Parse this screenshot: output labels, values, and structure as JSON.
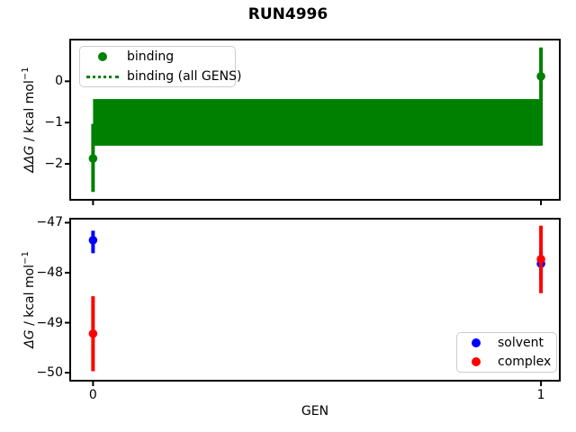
{
  "figure": {
    "title": "RUN4996",
    "background": "#ffffff",
    "xlabel": "GEN"
  },
  "colors": {
    "binding": "#008000",
    "solvent": "#0000ff",
    "complex": "#ff0000",
    "axes": "#000000",
    "legend_border": "#cccccc"
  },
  "chart_data": [
    {
      "type": "scatter",
      "title": "RUN4996",
      "xlabel": "",
      "ylabel": {
        "sym": "ΔΔG",
        "unit": " / kcal mol",
        "sup": "−1"
      },
      "xlim": [
        -0.051,
        1.042
      ],
      "ylim": [
        -2.87,
        1.01
      ],
      "grid": false,
      "xticks": [
        {
          "v": 0,
          "label": "0"
        },
        {
          "v": 1,
          "label": "1"
        }
      ],
      "show_xtick_labels": false,
      "yticks": [
        {
          "v": 0,
          "label": "0"
        },
        {
          "v": -1,
          "label": "−1"
        },
        {
          "v": -2,
          "label": "−2"
        }
      ],
      "band": {
        "name": "binding (all GENS)",
        "x0": 0,
        "x1": 1,
        "lo": -1.56,
        "hi": -0.43,
        "color": "#008000"
      },
      "series": [
        {
          "name": "binding",
          "color": "#008000",
          "points": [
            {
              "x": 0,
              "y": -1.87,
              "err_lo": -2.68,
              "err_hi": -1.03
            },
            {
              "x": 1,
              "y": 0.12,
              "err_lo": -1.56,
              "err_hi": 0.82
            }
          ]
        }
      ],
      "legend": {
        "position": "upper-left",
        "items": [
          {
            "label": "binding",
            "marker": "dot",
            "color": "#008000"
          },
          {
            "label": "binding (all GENS)",
            "marker": "dotted-line",
            "color": "#008000"
          }
        ]
      }
    },
    {
      "type": "scatter",
      "title": "",
      "xlabel": "GEN",
      "ylabel": {
        "sym": "ΔG",
        "unit": " / kcal mol",
        "sup": "−1"
      },
      "xlim": [
        -0.051,
        1.042
      ],
      "ylim": [
        -50.16,
        -46.92
      ],
      "grid": false,
      "xticks": [
        {
          "v": 0,
          "label": "0"
        },
        {
          "v": 1,
          "label": "1"
        }
      ],
      "show_xtick_labels": true,
      "yticks": [
        {
          "v": -47,
          "label": "−47"
        },
        {
          "v": -48,
          "label": "−48"
        },
        {
          "v": -49,
          "label": "−49"
        },
        {
          "v": -50,
          "label": "−50"
        }
      ],
      "series": [
        {
          "name": "solvent",
          "color": "#0000ff",
          "points": [
            {
              "x": 0,
              "y": -47.35,
              "err_lo": -47.61,
              "err_hi": -47.16
            },
            {
              "x": 1,
              "y": -47.82,
              "err_lo": -48.15,
              "err_hi": -47.58
            }
          ]
        },
        {
          "name": "complex",
          "color": "#ff0000",
          "points": [
            {
              "x": 0,
              "y": -49.22,
              "err_lo": -49.97,
              "err_hi": -48.47
            },
            {
              "x": 1,
              "y": -47.73,
              "err_lo": -48.41,
              "err_hi": -47.06
            }
          ]
        }
      ],
      "legend": {
        "position": "lower-right",
        "items": [
          {
            "label": "solvent",
            "marker": "dot",
            "color": "#0000ff"
          },
          {
            "label": "complex",
            "marker": "dot",
            "color": "#ff0000"
          }
        ]
      }
    }
  ]
}
